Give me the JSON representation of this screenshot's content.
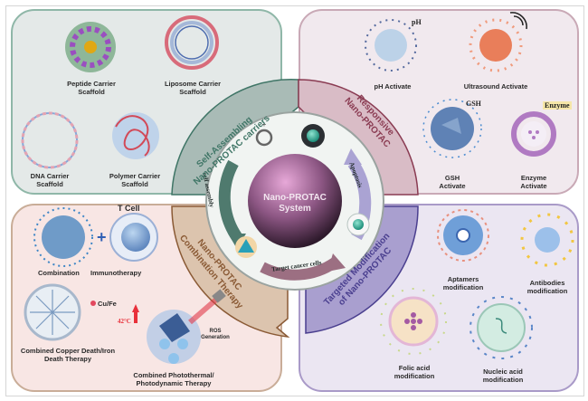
{
  "center": {
    "title_line1": "Nano-PROTAC",
    "title_line2": "System",
    "cycle_labels": {
      "self_assembly": "self assembly",
      "apoptosis": "Apoptosis",
      "target_cancer_cells": "Target cancer cells"
    }
  },
  "sections": {
    "top_left": {
      "banner_line1": "Self-Assembling",
      "banner_line2": "Nano-PROTAC carriers",
      "items": [
        {
          "line1": "Peptide Carrier",
          "line2": "Scaffold"
        },
        {
          "line1": "Liposome Carrier",
          "line2": "Scaffold"
        },
        {
          "line1": "DNA Carrier",
          "line2": "Scaffold"
        },
        {
          "line1": "Polymer Carrier",
          "line2": "Scaffold"
        }
      ]
    },
    "top_right": {
      "banner_line1": "Responsive",
      "banner_line2": "Nano-PROTAC",
      "items": [
        {
          "line1": "pH Activate",
          "line2": "",
          "tag": "pH"
        },
        {
          "line1": "Ultrasound Activate",
          "line2": ""
        },
        {
          "line1": "GSH",
          "line2": "Activate",
          "tag": "GSH"
        },
        {
          "line1": "Enzyme",
          "line2": "Activate",
          "tag": "Enzyme"
        }
      ]
    },
    "bottom_left": {
      "banner_line1": "Nano-PROTAC",
      "banner_line2": "Combination Therapy",
      "t_cell_label": "T Cell",
      "plus": "+",
      "combination_label": "Combination",
      "immunotherapy_label": "Immunotherapy",
      "cufe_label": "Cu/Fe",
      "temp_label": "42°C",
      "ros_line1": "ROS",
      "ros_line2": "Generation",
      "items": [
        {
          "line1": "Combined Copper Death/Iron",
          "line2": "Death Therapy"
        },
        {
          "line1": "Combined Photothermal/",
          "line2": "Photodynamic Therapy"
        }
      ]
    },
    "bottom_right": {
      "banner_line1": "Targeted Modification",
      "banner_line2": "of Nano-PROTAC",
      "items": [
        {
          "line1": "Aptamers",
          "line2": "modification"
        },
        {
          "line1": "Antibodies",
          "line2": "modification"
        },
        {
          "line1": "Folic acid",
          "line2": "modification"
        },
        {
          "line1": "Nucleic acid",
          "line2": "modification"
        }
      ]
    }
  },
  "colors": {
    "green": "#3f7566",
    "maroon": "#8a3b52",
    "brown": "#8a5a35",
    "purple": "#4a3f8f"
  }
}
